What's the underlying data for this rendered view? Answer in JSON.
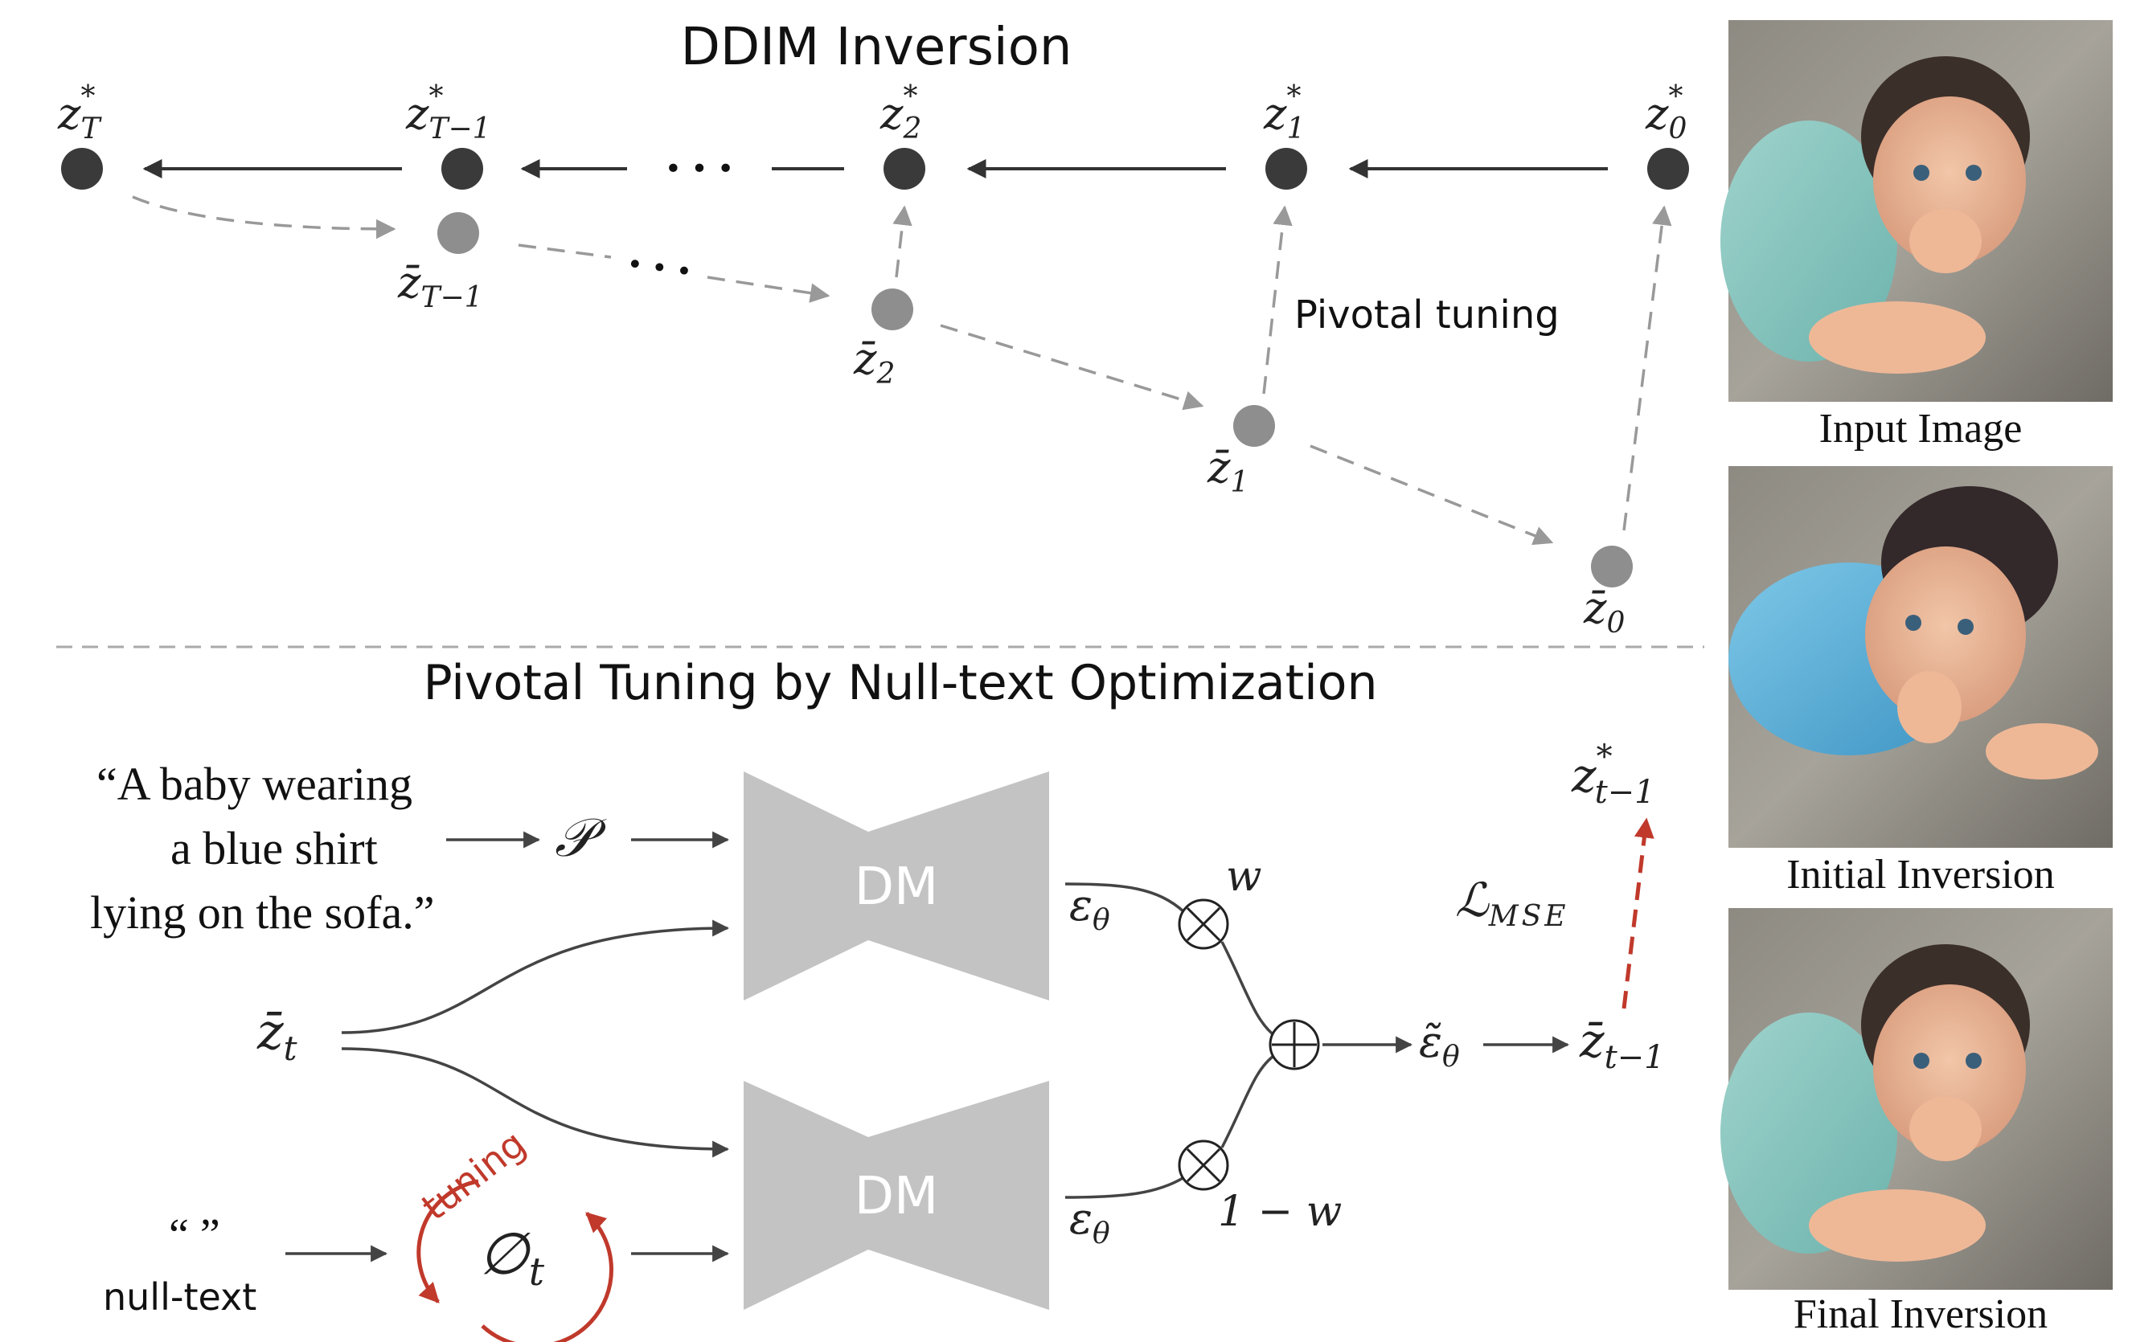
{
  "colors": {
    "dark_node": "#3a3a3a",
    "light_node": "#8e8e8e",
    "dm_block": "#c3c3c3",
    "tuning_accent": "#c0392b",
    "loss_arrow": "#c0392b"
  },
  "top_section": {
    "title": "DDIM Inversion",
    "pivotal_label": "Pivotal tuning",
    "ellipsis": "• • •",
    "star_nodes": [
      {
        "base": "z",
        "sub": "T",
        "sup": "*"
      },
      {
        "base": "z",
        "sub": "T−1",
        "sup": "*"
      },
      {
        "base": "z",
        "sub": "2",
        "sup": "*"
      },
      {
        "base": "z",
        "sub": "1",
        "sup": "*"
      },
      {
        "base": "z",
        "sub": "0",
        "sup": "*"
      }
    ],
    "bar_nodes": [
      {
        "base": "z̄",
        "sub": "T−1"
      },
      {
        "base": "z̄",
        "sub": "2"
      },
      {
        "base": "z̄",
        "sub": "1"
      },
      {
        "base": "z̄",
        "sub": "0"
      }
    ]
  },
  "bottom_section": {
    "title": "Pivotal Tuning by Null-text Optimization",
    "prompt_lines": [
      "“A baby wearing",
      "a blue shirt",
      "lying on the sofa.”"
    ],
    "prompt_symbol": "𝒫",
    "zt": {
      "base": "z̄",
      "sub": "t"
    },
    "null_quotes": "“ ”",
    "null_text": "null-text",
    "null_symbol": {
      "base": "∅",
      "sub": "t"
    },
    "tuning_label": "tuning",
    "dm_label": "DM",
    "epsilon": {
      "base": "ε",
      "sub": "θ"
    },
    "weight_w": "w",
    "weight_1mw": "1 − w",
    "times": "⊗",
    "plus": "⊕",
    "eps_tilde": {
      "base": "ε̃",
      "sub": "θ"
    },
    "z_out": {
      "base": "z̄",
      "sub": "t−1"
    },
    "z_target": {
      "base": "z",
      "sub": "t−1",
      "sup": "*"
    },
    "loss": {
      "base": "ℒ",
      "sub": "MSE"
    }
  },
  "images": {
    "input_caption": "Input Image",
    "initial_caption": "Initial Inversion",
    "final_caption": "Final Inversion"
  }
}
